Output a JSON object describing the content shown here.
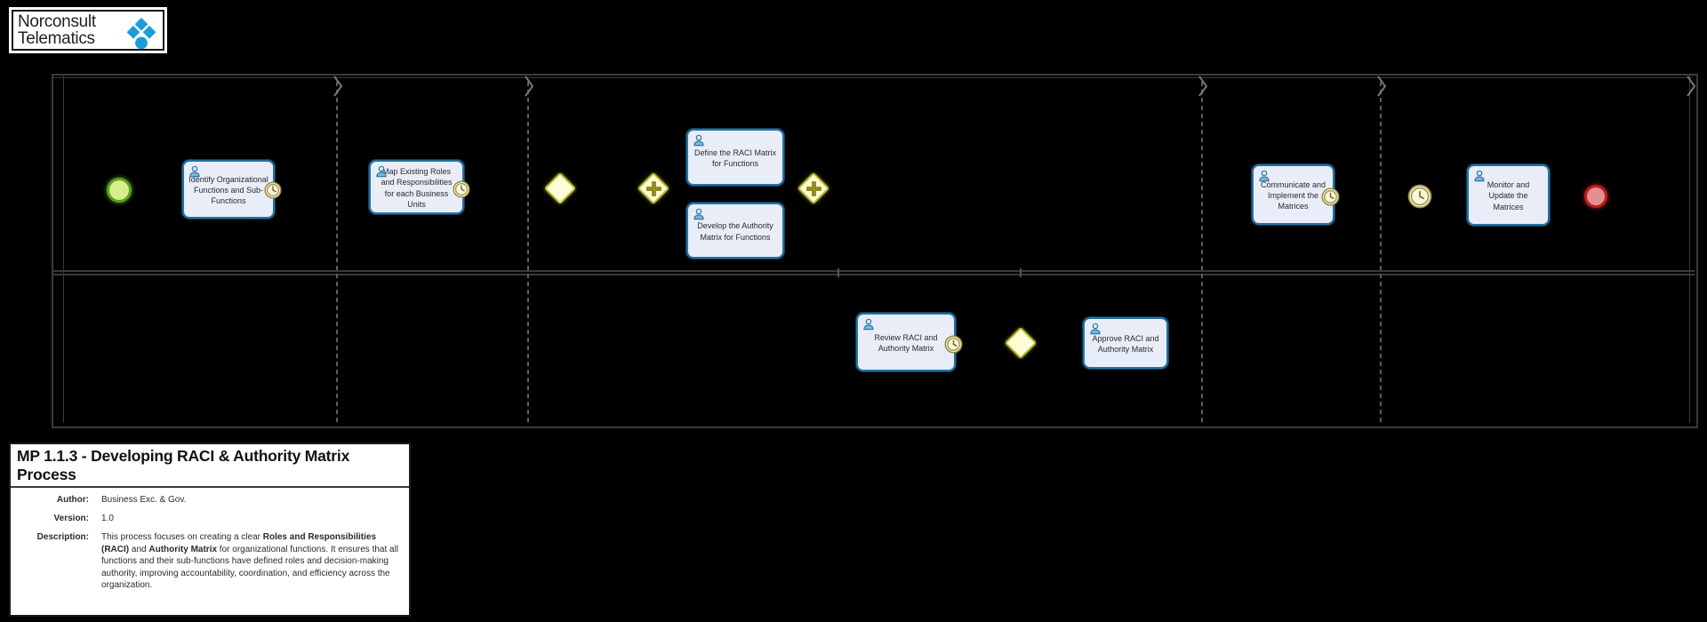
{
  "logo": {
    "line1": "Norconsult",
    "line2": "Telematics",
    "icon": "norconsult-diamonds-icon",
    "icon_color": "#1b9ed8"
  },
  "process": {
    "tasks": [
      {
        "label": "Identify Organizational Functions and Sub-Functions",
        "boundary_timer": true
      },
      {
        "label": "Map Existing Roles and Responsibilities for each  Business Units",
        "boundary_timer": true
      },
      {
        "label": "Define the RACI Matrix for Functions",
        "boundary_timer": false
      },
      {
        "label": "Develop the Authority Matrix for Functions",
        "boundary_timer": false
      },
      {
        "label": "Review RACI and Authority Matrix",
        "boundary_timer": true
      },
      {
        "label": "Approve RACI and Authority Matrix",
        "boundary_timer": false
      },
      {
        "label": "Communicate and Implement the Matrices",
        "boundary_timer": true
      },
      {
        "label": "Monitor and Update the Matrices",
        "boundary_timer": false
      }
    ],
    "gateways": [
      {
        "type": "exclusive"
      },
      {
        "type": "parallel"
      },
      {
        "type": "parallel"
      },
      {
        "type": "exclusive"
      }
    ],
    "events": {
      "start": "start-event",
      "intermediate_timer": "timer-intermediate-event",
      "end": "end-event"
    },
    "lanes": 2,
    "phase_separators": 4
  },
  "info_box": {
    "title": "MP 1.1.3 - Developing RACI & Authority Matrix Process",
    "author_label": "Author:",
    "author_value": "Business Exc. & Gov.",
    "version_label": "Version:",
    "version_value": "1.0",
    "description_label": "Description:",
    "description_parts": [
      {
        "text": "This process focuses on creating a clear ",
        "bold": false
      },
      {
        "text": "Roles and Responsibilities (RACI)",
        "bold": true
      },
      {
        "text": " and ",
        "bold": false
      },
      {
        "text": "Authority Matrix",
        "bold": true
      },
      {
        "text": " for organizational functions. It ensures that all functions and their sub-functions have defined roles and decision-making authority, improving accountability, coordination, and efficiency across the organization.",
        "bold": false
      }
    ]
  },
  "colors": {
    "background": "#000000",
    "task_fill": "#e9edf8",
    "task_border": "#2273a0",
    "gateway_fill": "#fcfdd4",
    "gateway_border": "#b3b32b",
    "gateway_marker": "#8f8f1f",
    "start_fill": "#d8ee8e",
    "start_border": "#5aa01e",
    "end_fill": "#e49090",
    "end_border": "#c01c1c",
    "timer_fill": "#faf6dd",
    "timer_border": "#9a8d3f",
    "band_border": "#3a3a3a",
    "logo_icon_blue": "#1b9ed8"
  }
}
